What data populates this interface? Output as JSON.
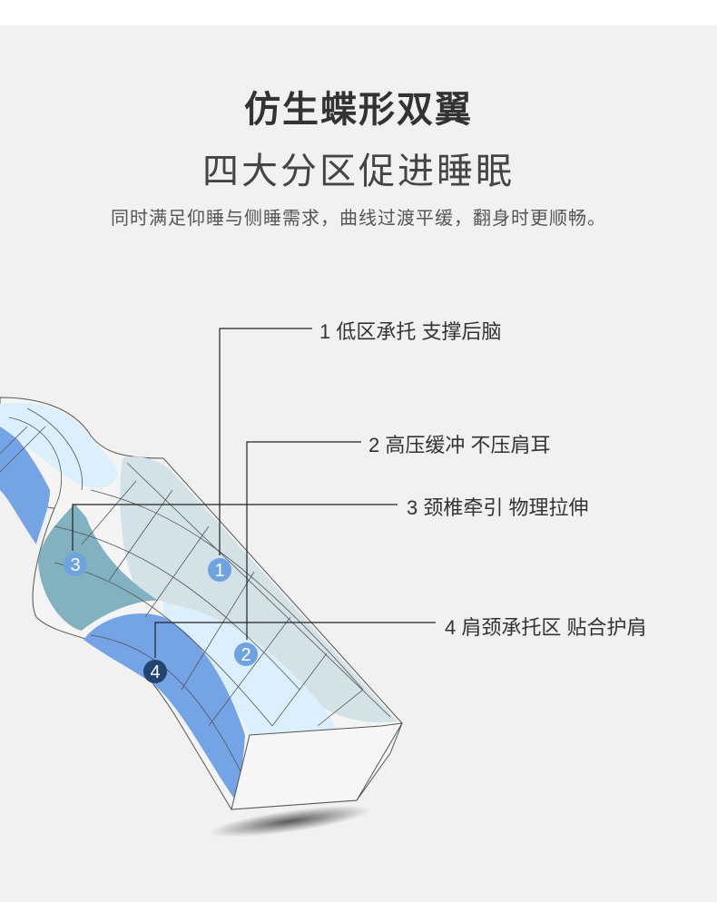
{
  "heading": {
    "title": "仿生蝶形双翼",
    "subtitle": "四大分区促进睡眠",
    "description": "同时满足仰睡与侧睡需求，曲线过渡平缓，翻身时更顺畅。"
  },
  "zones": [
    {
      "number": "1",
      "label": "1 低区承托 支撑后脑",
      "color": "#6fa3e0"
    },
    {
      "number": "2",
      "label": "2 高压缓冲 不压肩耳",
      "color": "#6fa3e0"
    },
    {
      "number": "3",
      "label": "3 颈椎牵引 物理拉伸",
      "color": "#6fa3e0"
    },
    {
      "number": "4",
      "label": "4 肩颈承托区 贴合护肩",
      "color": "#23446e"
    }
  ]
}
